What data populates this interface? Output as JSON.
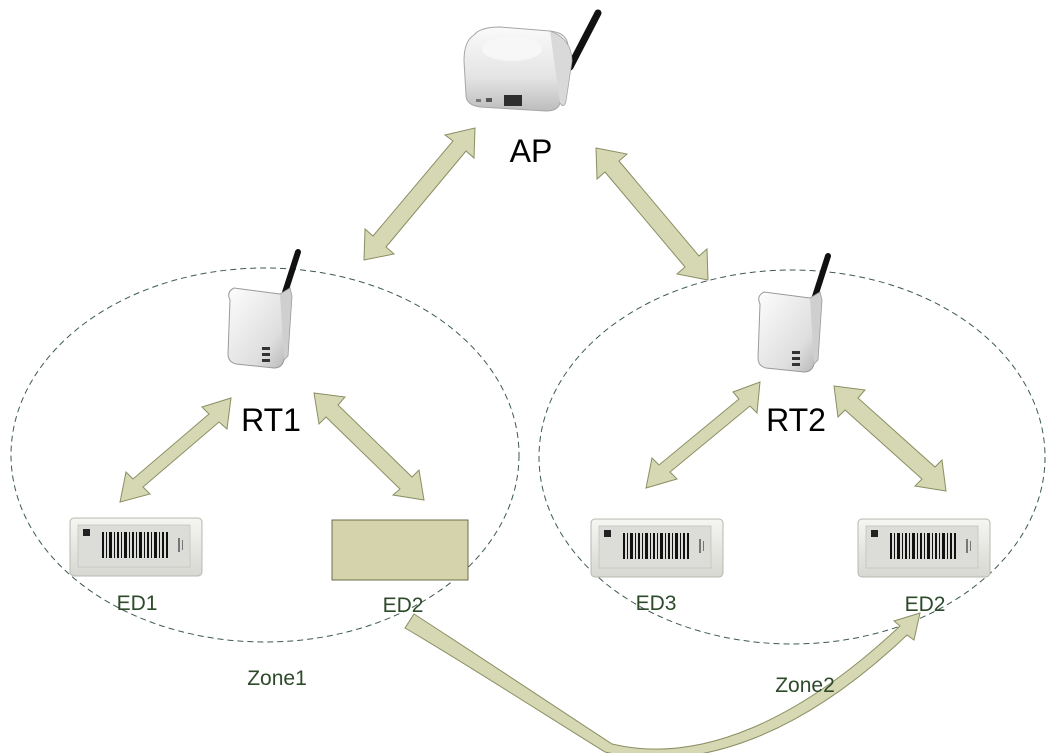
{
  "colors": {
    "arrow_fill": "#d6d8b4",
    "arrow_stroke": "#8a8f62",
    "zone_stroke": "#3d5a50",
    "device_label": "#2d4a2a",
    "placeholder_fill": "#d4d3ab"
  },
  "nodes": {
    "ap": {
      "label": "AP",
      "icon": "router-icon"
    },
    "rt1": {
      "label": "RT1",
      "icon": "repeater-icon"
    },
    "rt2": {
      "label": "RT2",
      "icon": "repeater-icon"
    }
  },
  "zones": [
    {
      "label": "Zone1"
    },
    {
      "label": "Zone2"
    }
  ],
  "devices": [
    {
      "label": "ED1",
      "icon": "epaper-tag-icon"
    },
    {
      "label": "ED2",
      "icon": "placeholder-box"
    },
    {
      "label": "ED3",
      "icon": "epaper-tag-icon"
    },
    {
      "label": "ED2",
      "icon": "epaper-tag-icon"
    }
  ]
}
